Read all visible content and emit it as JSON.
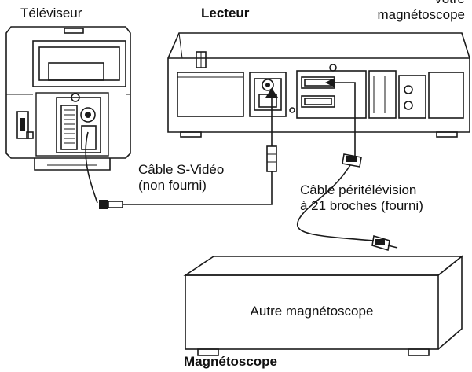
{
  "labels": {
    "tv": "Téléviseur",
    "player": "Lecteur",
    "your_vcr": "Votre\nmagnétoscope",
    "svideo_cable": "Câble S-Vidéo\n(non fourni)",
    "scart_cable": "Câble péritélévision\nà 21 broches (fourni)",
    "other_vcr": "Autre magnétoscope",
    "recorder": "Magnétoscope"
  }
}
